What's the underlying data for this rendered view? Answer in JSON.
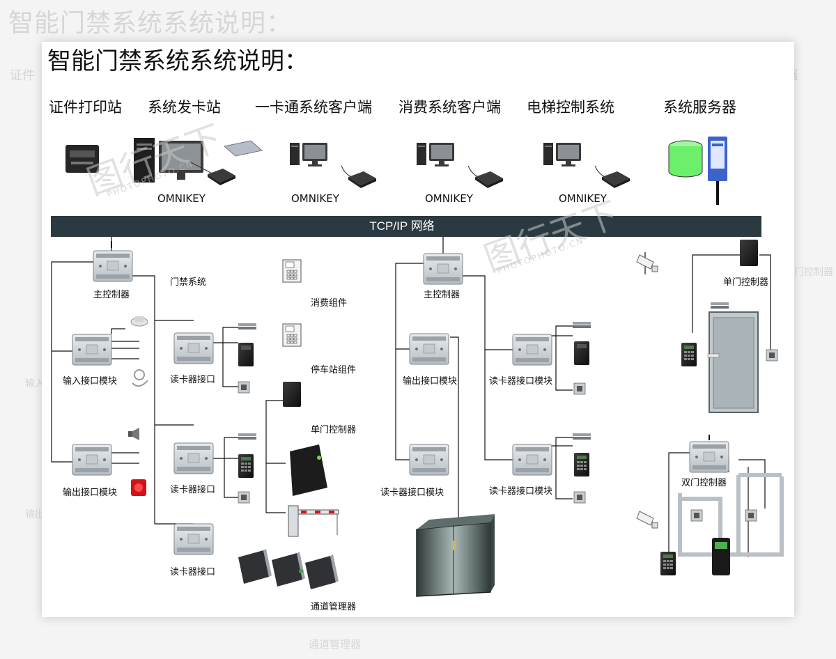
{
  "title": "智能门禁系统系统说明：",
  "ghost": {
    "title": "智能门禁系统系统说明：",
    "left_label": "证件",
    "right_label": "器",
    "right_label2": "门控制器",
    "in_label": "输入",
    "out_label": "输出",
    "bottom_label": "通道管理器"
  },
  "stations": [
    "证件打印站",
    "系统发卡站",
    "一卡通系统客户端",
    "消费系统客户端",
    "电梯控制系统",
    "系统服务器"
  ],
  "omnikey": [
    "OMNIKEY",
    "OMNIKEY",
    "OMNIKEY",
    "OMNIKEY"
  ],
  "network": "TCP/IP  网络",
  "labels": {
    "main_ctrl_1": "主控制器",
    "access_system": "门禁系统",
    "consume_component": "消费组件",
    "input_module": "输入接口模块",
    "reader_iface_1": "读卡器接口",
    "parking_component": "停车站组件",
    "single_door_ctrl_mid": "单门控制器",
    "output_module_1": "输出接口模块",
    "reader_iface_2": "读卡器接口",
    "reader_iface_3": "读卡器接口",
    "channel_manager": "通道管理器",
    "main_ctrl_2": "主控制器",
    "output_module_2": "输出接口模块",
    "reader_iface_4": "读卡器接口模块",
    "reader_iface_mod_1": "读卡器接口模块",
    "reader_iface_mod_2": "读卡器接口模块",
    "single_door_ctrl_right": "单门控制器",
    "double_door_ctrl": "双门控制器"
  },
  "watermark": {
    "chars": "图行天下",
    "sub": "PHOTOPHOTO.CN"
  },
  "colors": {
    "network_bar": "#2b3a40",
    "line": "#000000",
    "door_frame": "#b9c1c6",
    "server_green": "#6cf06c"
  }
}
